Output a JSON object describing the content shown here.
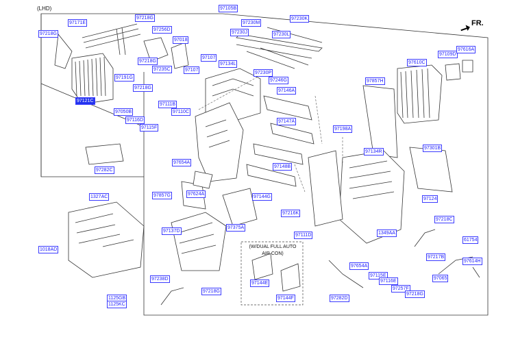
{
  "header": {
    "variant": "(LHD)",
    "direction": "FR."
  },
  "note": {
    "line1": "(W/DUAL FULL AUTO",
    "line2": "AIR CON)"
  },
  "colors": {
    "label_text": "#1a1aff",
    "label_border": "#3a3aff",
    "selected_bg": "#2233ee",
    "line": "#333333"
  },
  "labels": {
    "l97105B": "97105B",
    "l97230K": "97230K",
    "l97230M": "97230M",
    "l97230J": "97230J",
    "l97230L": "97230L",
    "l97171E": "97171E",
    "l97218G_a": "97218G",
    "l97218G_b": "97218G",
    "l97256D": "97256D",
    "l97018": "97018",
    "l97218G_c": "97218G",
    "l97235C": "97235C",
    "l97107_a": "97107",
    "l97107_b": "97107",
    "l97134L": "97134L",
    "l97230P": "97230P",
    "l97246G": "97246G",
    "l97121C": "97121C",
    "l97191G": "97191G",
    "l97218G_d": "97218G",
    "l97050B": "97050B",
    "l97111B": "97111B",
    "l97110C": "97110C",
    "l97116D": "97116D",
    "l97115F": "97115F",
    "l97146A": "97146A",
    "l97147A": "97147A",
    "l97857H": "97857H",
    "l97610C": "97610C",
    "l97109D": "97109D",
    "l97616A": "97616A",
    "l97198A": "97198A",
    "l97282C": "97282C",
    "l97654A_a": "97654A",
    "l97148B": "97148B",
    "l97134R": "97134R",
    "l97301B": "97301B",
    "l97624A": "97624A",
    "l97857G": "97857G",
    "l97144G": "97144G",
    "l97124": "97124",
    "l1327AC": "1327AC",
    "l97375A": "97375A",
    "l97216K": "97216K",
    "l97218C": "97218C",
    "l97137D": "97137D",
    "l97111D": "97111D",
    "l1349AA": "1349AA",
    "l61754": "61754",
    "l1018AD": "1018AD",
    "l97217B": "97217B",
    "l97614H": "97614H",
    "l97654A_b": "97654A",
    "l97115E": "97115E",
    "l97238D": "97238D",
    "l97116E": "97116E",
    "l97065": "97065",
    "l97144E": "97144E",
    "l97257F": "97257F",
    "l97218G_e": "97218G",
    "l97218G_f": "97218G",
    "l97144F": "97144F",
    "l97282D": "97282D",
    "l1125GB": "1125GB",
    "l1125KC": "1125KC"
  }
}
